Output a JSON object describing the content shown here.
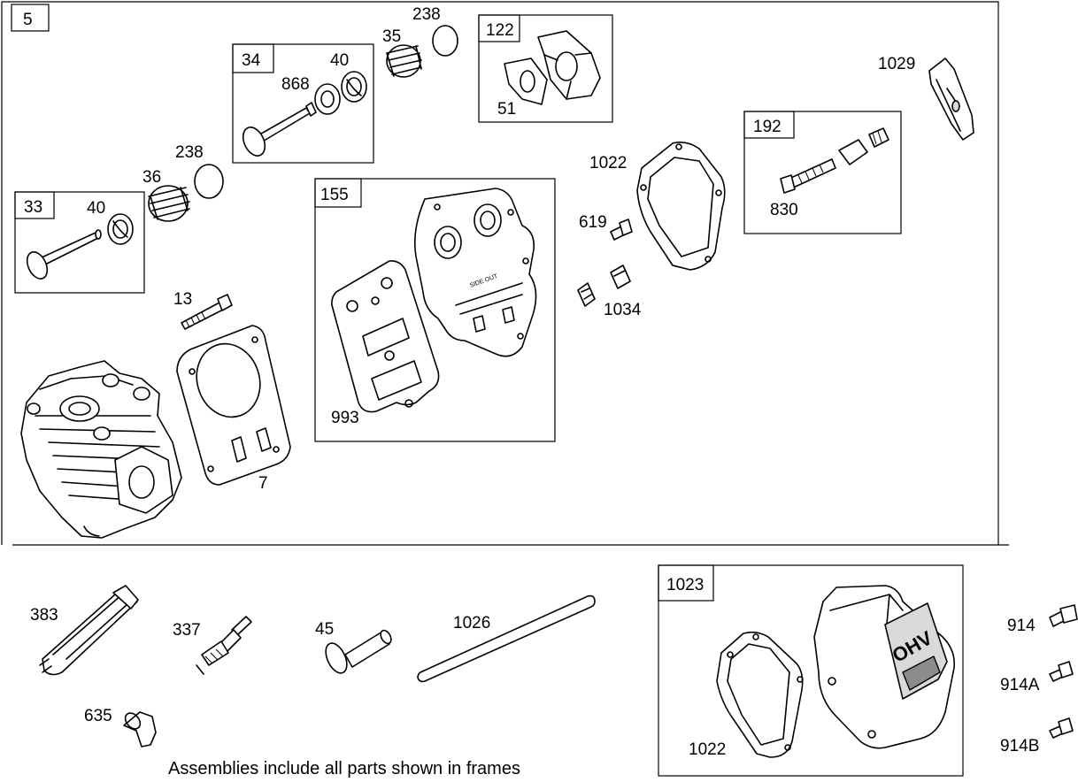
{
  "labels": {
    "l5": "5",
    "l238a": "238",
    "l35": "35",
    "l122": "122",
    "l34": "34",
    "l40a": "40",
    "l868": "868",
    "l51": "51",
    "l1029": "1029",
    "l238b": "238",
    "l36": "36",
    "l192": "192",
    "l1022a": "1022",
    "l33": "33",
    "l40b": "40",
    "l155": "155",
    "l619": "619",
    "l830": "830",
    "l13": "13",
    "l1034": "1034",
    "l993": "993",
    "l7": "7",
    "l383": "383",
    "l337": "337",
    "l45": "45",
    "l1026": "1026",
    "l1023": "1023",
    "l914": "914",
    "l914a": "914A",
    "l914b": "914B",
    "l635": "635",
    "l1022b": "1022"
  },
  "gasket_text": {
    "ohv": "OHV",
    "side_out": "SIDE OUT"
  },
  "caption": "Assemblies include all parts shown in frames"
}
